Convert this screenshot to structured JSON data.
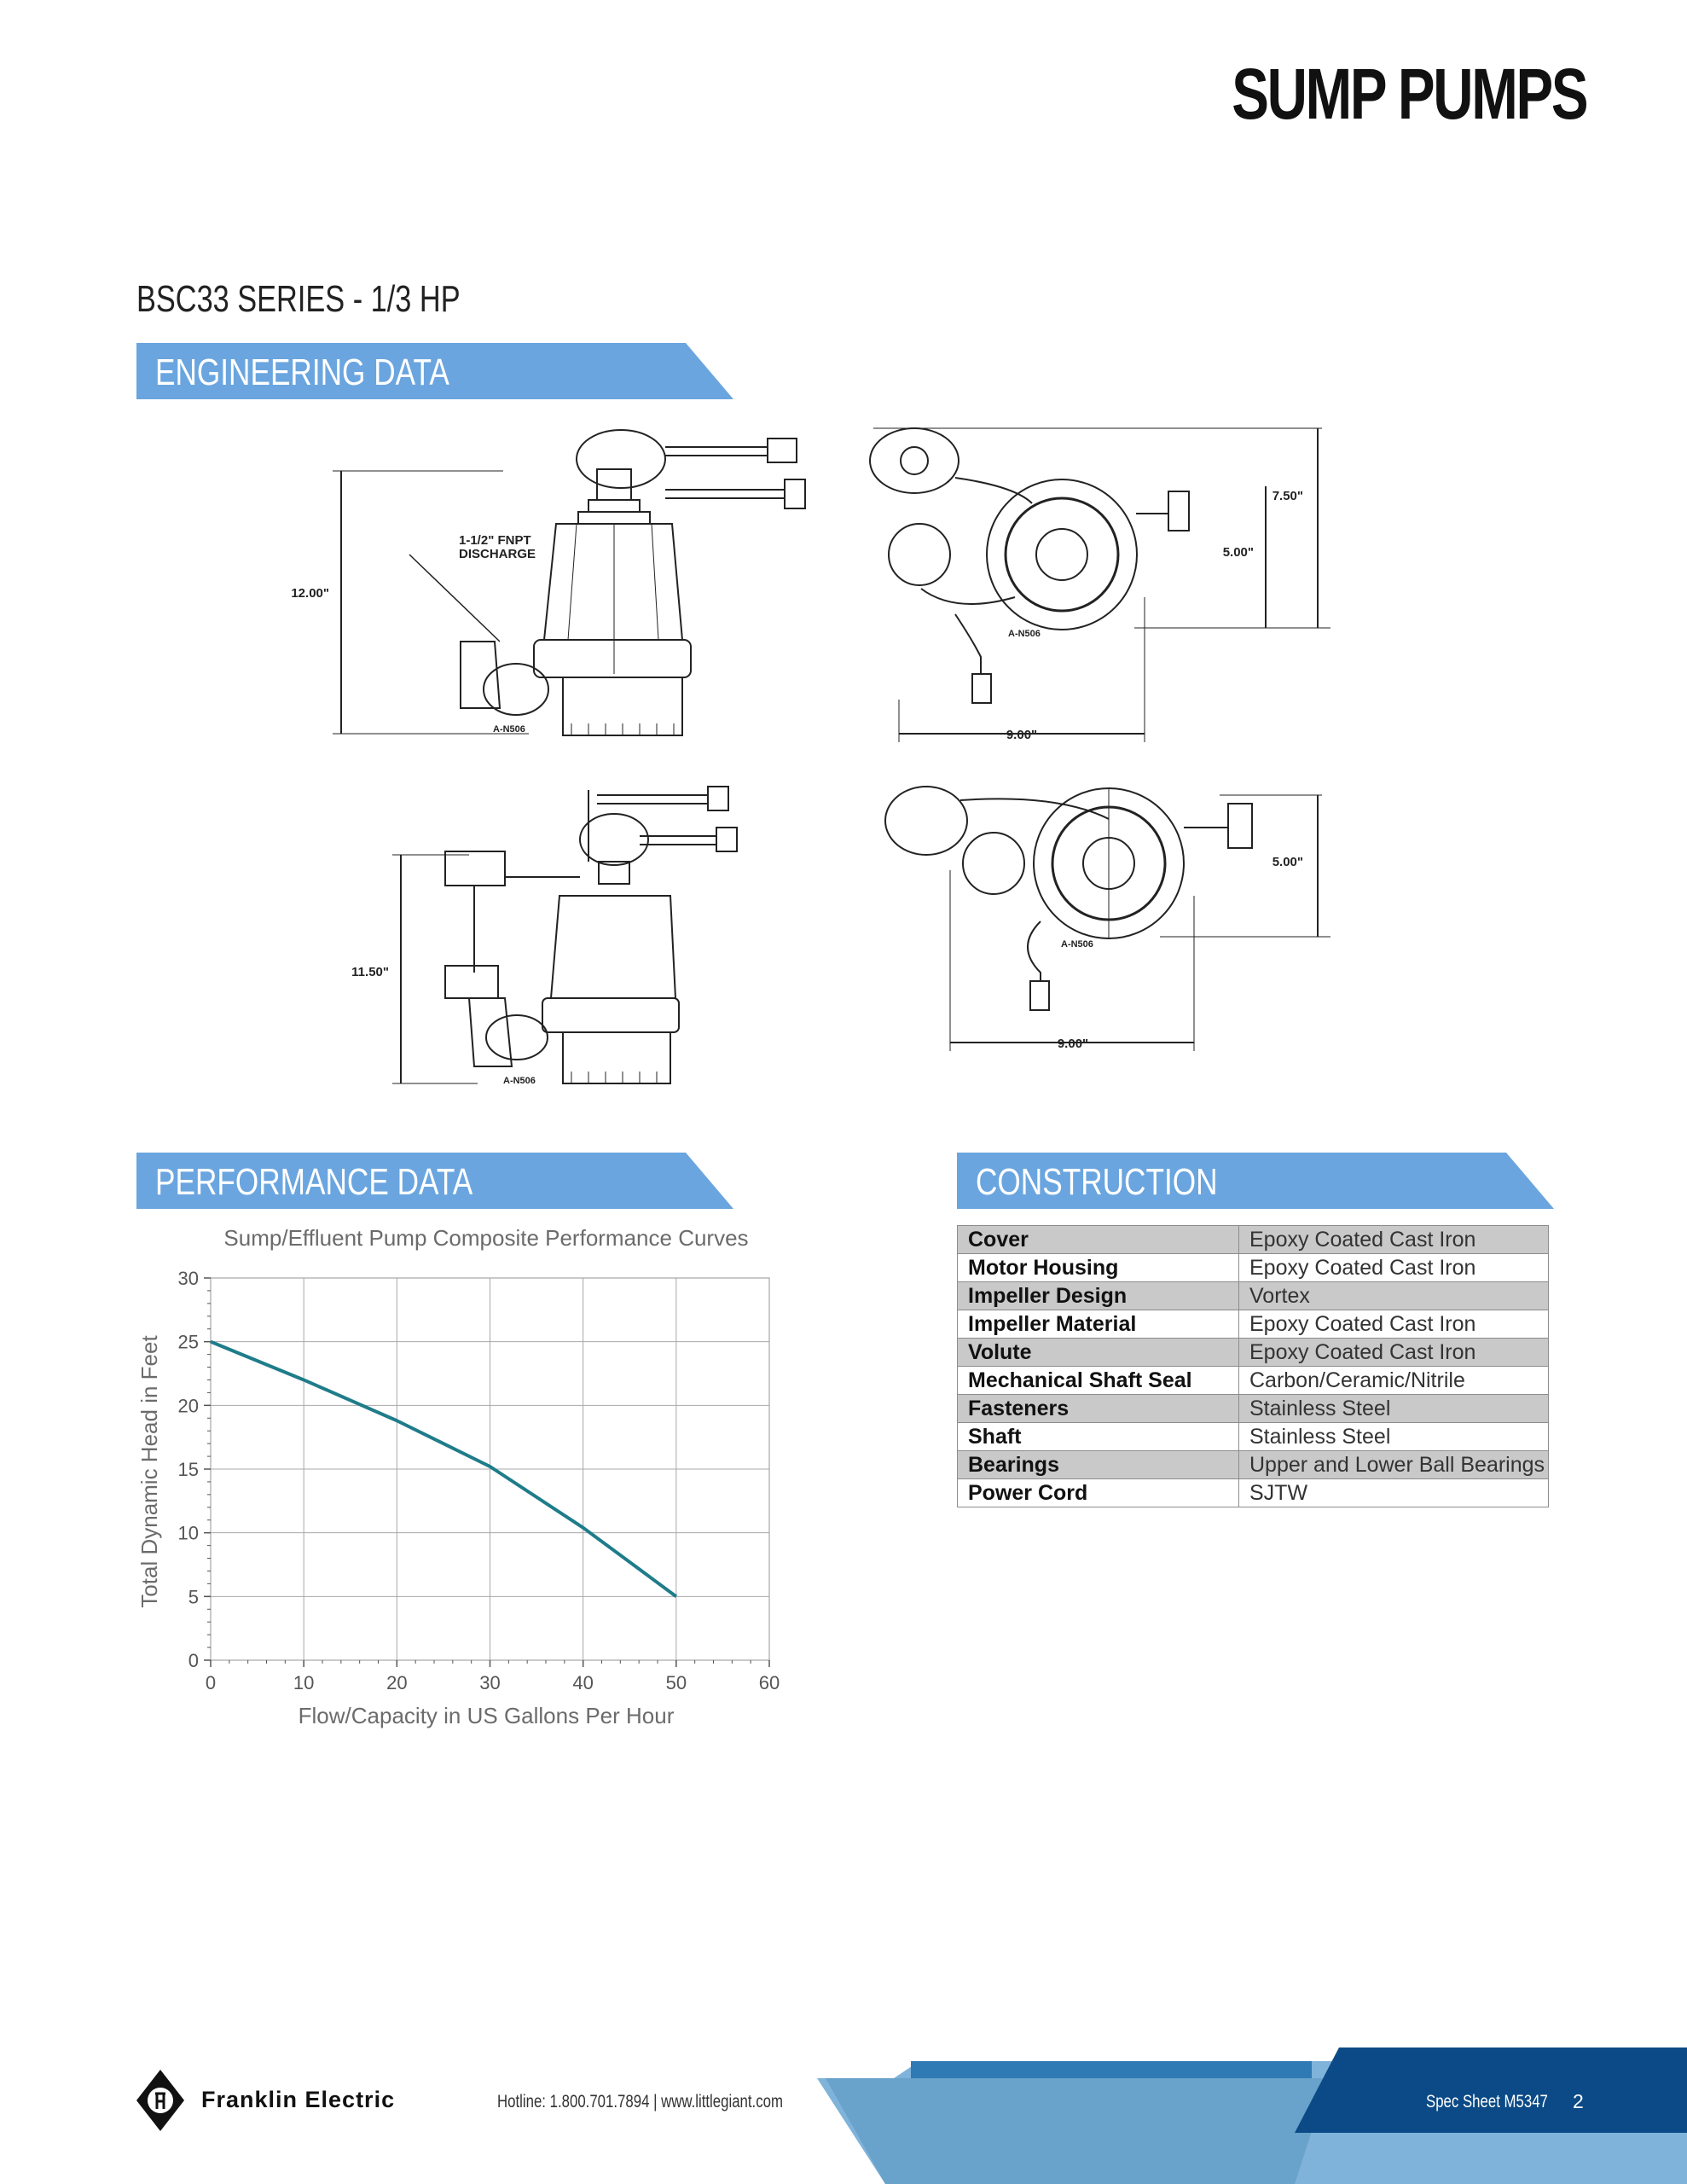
{
  "header": {
    "title": "SUMP PUMPS"
  },
  "series_title": "BSC33 SERIES - 1/3 HP",
  "sections": {
    "engineering": "ENGINEERING DATA",
    "performance": "PERFORMANCE DATA",
    "construction": "CONSTRUCTION"
  },
  "drawings": {
    "side_view_1": {
      "discharge_label_1": "1-1/2\" FNPT",
      "discharge_label_2": "DISCHARGE",
      "height": "12.00\"",
      "model_tag": "A-N506"
    },
    "top_view_1": {
      "depth_large": "7.50\"",
      "depth_small": "5.00\"",
      "width": "9.00\"",
      "model_tag": "A-N506"
    },
    "side_view_2": {
      "height": "11.50\"",
      "model_tag": "A-N506"
    },
    "top_view_2": {
      "depth": "5.00\"",
      "width": "9.00\"",
      "model_tag": "A-N506"
    }
  },
  "chart_data": {
    "type": "line",
    "title": "Sump/Effluent Pump Composite Performance Curves",
    "xlabel": "Flow/Capacity in US Gallons Per Hour",
    "ylabel": "Total Dynamic Head in Feet",
    "xlim": [
      0,
      60
    ],
    "ylim": [
      0,
      30
    ],
    "xticks": [
      "0",
      "10",
      "20",
      "30",
      "40",
      "50",
      "60"
    ],
    "yticks": [
      "0",
      "5",
      "10",
      "15",
      "20",
      "25",
      "30"
    ],
    "grid": true,
    "line_color": "#1f7c8a",
    "series": [
      {
        "x": [
          0,
          10,
          20,
          30,
          40,
          50
        ],
        "y": [
          25,
          22,
          18.8,
          15.2,
          10.4,
          5
        ]
      }
    ]
  },
  "construction": [
    {
      "label": "Cover",
      "value": "Epoxy Coated Cast Iron"
    },
    {
      "label": "Motor Housing",
      "value": "Epoxy Coated Cast Iron"
    },
    {
      "label": "Impeller Design",
      "value": "Vortex"
    },
    {
      "label": "Impeller Material",
      "value": "Epoxy Coated Cast Iron"
    },
    {
      "label": "Volute",
      "value": "Epoxy Coated Cast Iron"
    },
    {
      "label": "Mechanical Shaft Seal",
      "value": "Carbon/Ceramic/Nitrile"
    },
    {
      "label": "Fasteners",
      "value": "Stainless Steel"
    },
    {
      "label": "Shaft",
      "value": "Stainless Steel"
    },
    {
      "label": "Bearings",
      "value": "Upper and Lower Ball Bearings"
    },
    {
      "label": "Power Cord",
      "value": "SJTW"
    }
  ],
  "footer": {
    "brand": "Franklin Electric",
    "hotline": "Hotline: 1.800.701.7894  |  www.littlegiant.com",
    "spec_sheet": "Spec Sheet M5347",
    "page": "2"
  },
  "colors": {
    "section_header": "#6aa5df",
    "footer_dark": "#0b4a86",
    "footer_light": "#5fa0cf"
  }
}
